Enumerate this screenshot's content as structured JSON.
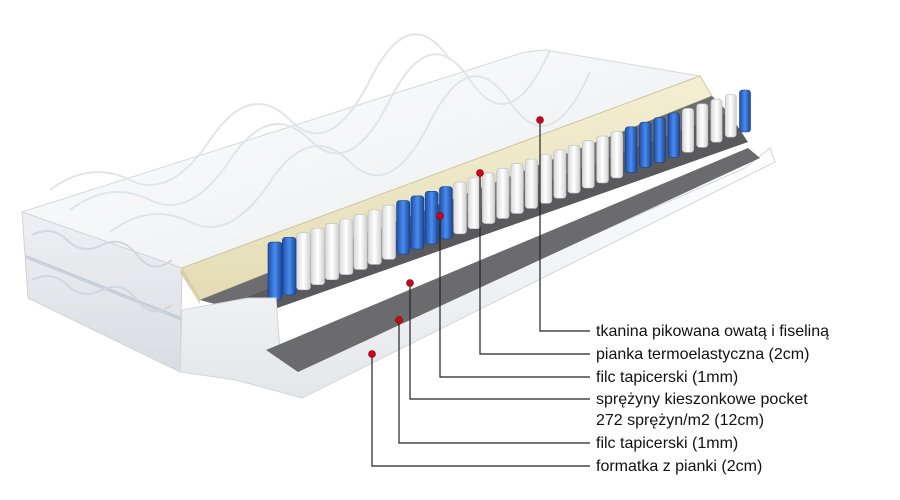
{
  "diagram": {
    "labels": [
      {
        "text": "tkanina pikowana owatą i fiseliną",
        "marker_color": "#d0021b"
      },
      {
        "text": "pianka termoelastyczna (2cm)",
        "marker_color": "#d0021b"
      },
      {
        "text": "filc tapicerski (1mm)",
        "marker_color": "#d0021b"
      },
      {
        "text": "sprężyny kieszonkowe pocket",
        "text2": "272 sprężyn/m2 (12cm)",
        "marker_color": "#d0021b"
      },
      {
        "text": "filc tapicerski (1mm)",
        "marker_color": "#d0021b"
      },
      {
        "text": "formatka z pianki (2cm)",
        "marker_color": "#d0021b"
      }
    ],
    "colors": {
      "quilt": "#f4f5f7",
      "foam": "#ece7c6",
      "felt": "#6f6f72",
      "spring_white": "#f2f2f2",
      "spring_blue": "#2f6fd0",
      "leader": "#222222"
    }
  }
}
